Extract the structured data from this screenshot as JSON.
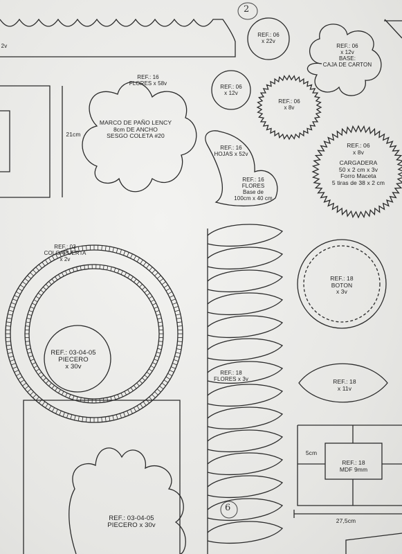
{
  "page_number_top": "2",
  "page_number_bottom": "6",
  "top_left_fragment": "2v",
  "labels": {
    "ref06_small1": [
      "REF.: 06",
      "x 22v"
    ],
    "ref06_small2": [
      "REF.: 06",
      "x 12v"
    ],
    "ref06_zig_small": [
      "REF.: 06",
      "x 8v"
    ],
    "ref06_flower": [
      "REF.: 06",
      "x 12v",
      "BASE:",
      "CAJA DE CARTON"
    ],
    "ref16_flores": [
      "REF.: 16",
      "FLORES x 58v"
    ],
    "marco": [
      "MARCO DE PAÑO LENCY",
      "8cm DE ANCHO",
      "SESGO COLETA #20"
    ],
    "dim_21cm": "21cm",
    "ref16_hojas": [
      "REF.: 16",
      "HOJAS x 52v"
    ],
    "ref16_base": [
      "REF.: 16",
      "FLORES",
      "Base de",
      "100cm x 40 cm"
    ],
    "ref06_cargadera": [
      "REF.: 06",
      "x 8v",
      "CARGADERA",
      "50 x 2 cm x 3v",
      "Forro Maceta",
      "5 tiras de 38 x 2 cm"
    ],
    "ref03": [
      "REF.: 03",
      "COLGAPUERTA",
      "x 2v"
    ],
    "piecero_circle": [
      "REF.: 03-04-05",
      "PIECERO",
      "x 30v"
    ],
    "ref18_boton": [
      "REF.: 18",
      "BOTON",
      "x 3v"
    ],
    "ref18_flores": [
      "REF.: 18",
      "FLORES x 3v"
    ],
    "ref18_leaf": [
      "REF.: 18",
      "x 11v"
    ],
    "dim_5cm": "5cm",
    "ref18_mdf": [
      "REF.: 18",
      "MDF 9mm"
    ],
    "dim_27_5cm": "27,5cm",
    "piecero_flower": [
      "REF.: 03-04-05",
      "PIECERO x 30v"
    ]
  }
}
